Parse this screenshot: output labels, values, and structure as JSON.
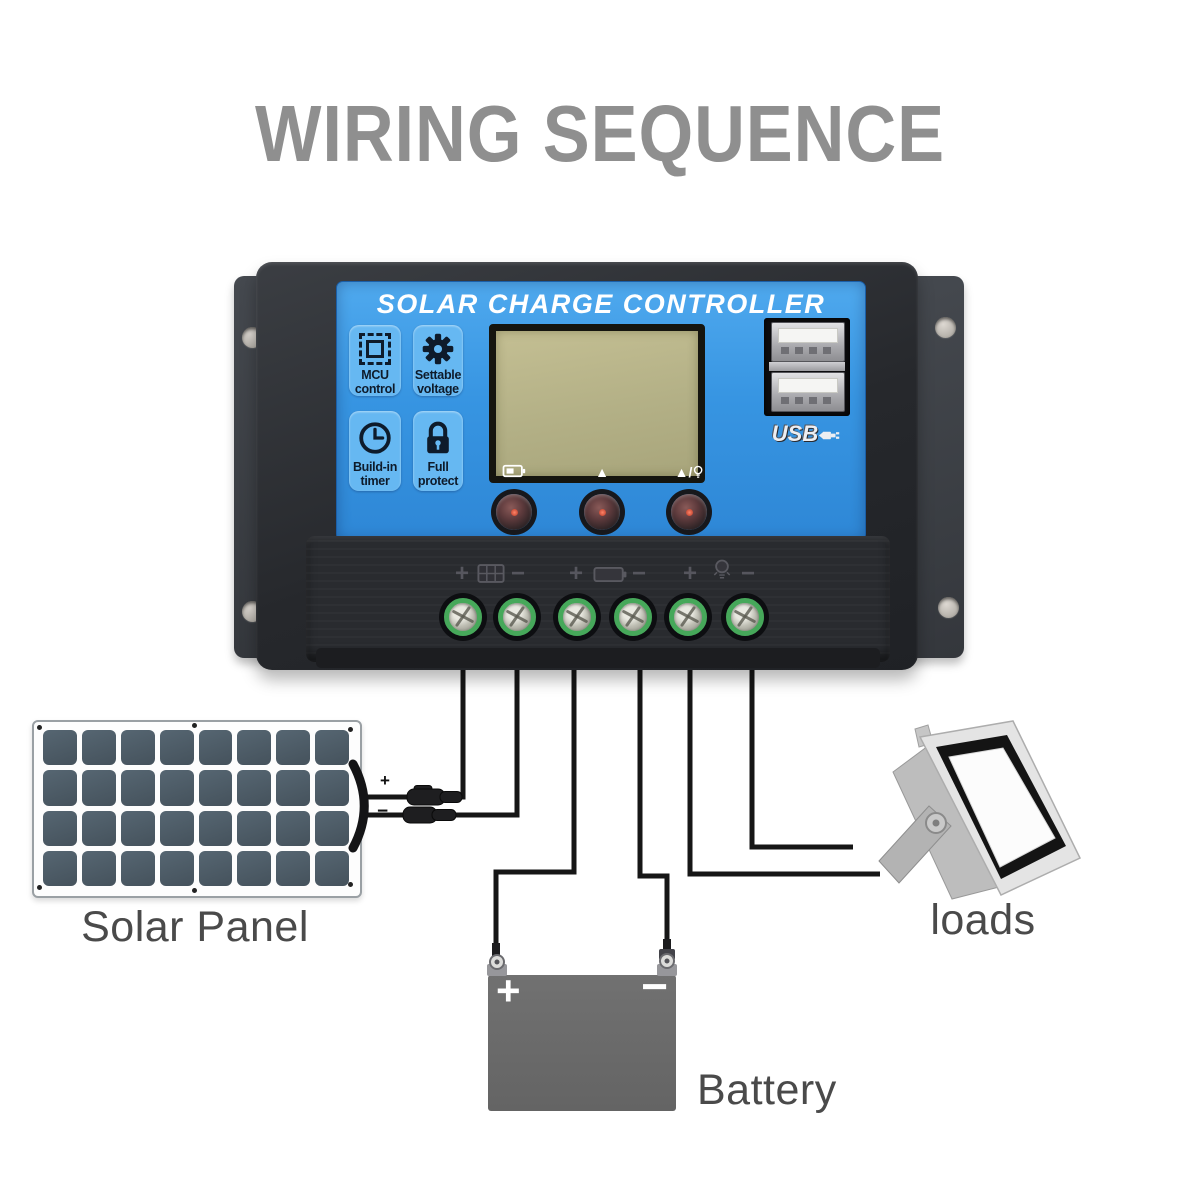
{
  "title": "WIRING SEQUENCE",
  "controller": {
    "name": "SOLAR CHARGE CONTROLLER",
    "features": [
      {
        "icon": "mcu-chip-icon",
        "line1": "MCU",
        "line2": "control"
      },
      {
        "icon": "gear-icon",
        "line1": "Settable",
        "line2": "voltage"
      },
      {
        "icon": "clock-icon",
        "line1": "Build-in",
        "line2": "timer"
      },
      {
        "icon": "padlock-icon",
        "line1": "Full",
        "line2": "protect"
      }
    ],
    "usb": {
      "label": "USB",
      "ports": 2
    },
    "buttons": [
      {
        "icon": "battery-icon",
        "symbol": ""
      },
      {
        "icon": "",
        "symbol": "▲"
      },
      {
        "icon": "lamp-icon",
        "symbol": "▲/"
      }
    ],
    "terminals": {
      "groups": [
        {
          "plus": "+",
          "icon": "solar-panel-icon",
          "minus": "−"
        },
        {
          "plus": "+",
          "icon": "battery-icon",
          "minus": "−"
        },
        {
          "plus": "+",
          "icon": "lamp-icon",
          "minus": "−"
        }
      ]
    }
  },
  "components": {
    "solar_panel": {
      "label": "Solar Panel",
      "wire_plus": "+",
      "wire_minus": "−"
    },
    "battery": {
      "label": "Battery",
      "plus": "+",
      "minus": "−"
    },
    "loads": {
      "label": "loads"
    }
  },
  "colors": {
    "title_gray": "#8f8f8f",
    "face_blue": "#3795e2",
    "tile_blue": "#66b8f2",
    "casing_dark": "#26282c",
    "lcd_khaki": "#b3b086",
    "terminal_green": "#46a85a",
    "wire_black": "#161616",
    "label_gray": "#4a4a4a",
    "cell_slate": "#4e5a64"
  }
}
